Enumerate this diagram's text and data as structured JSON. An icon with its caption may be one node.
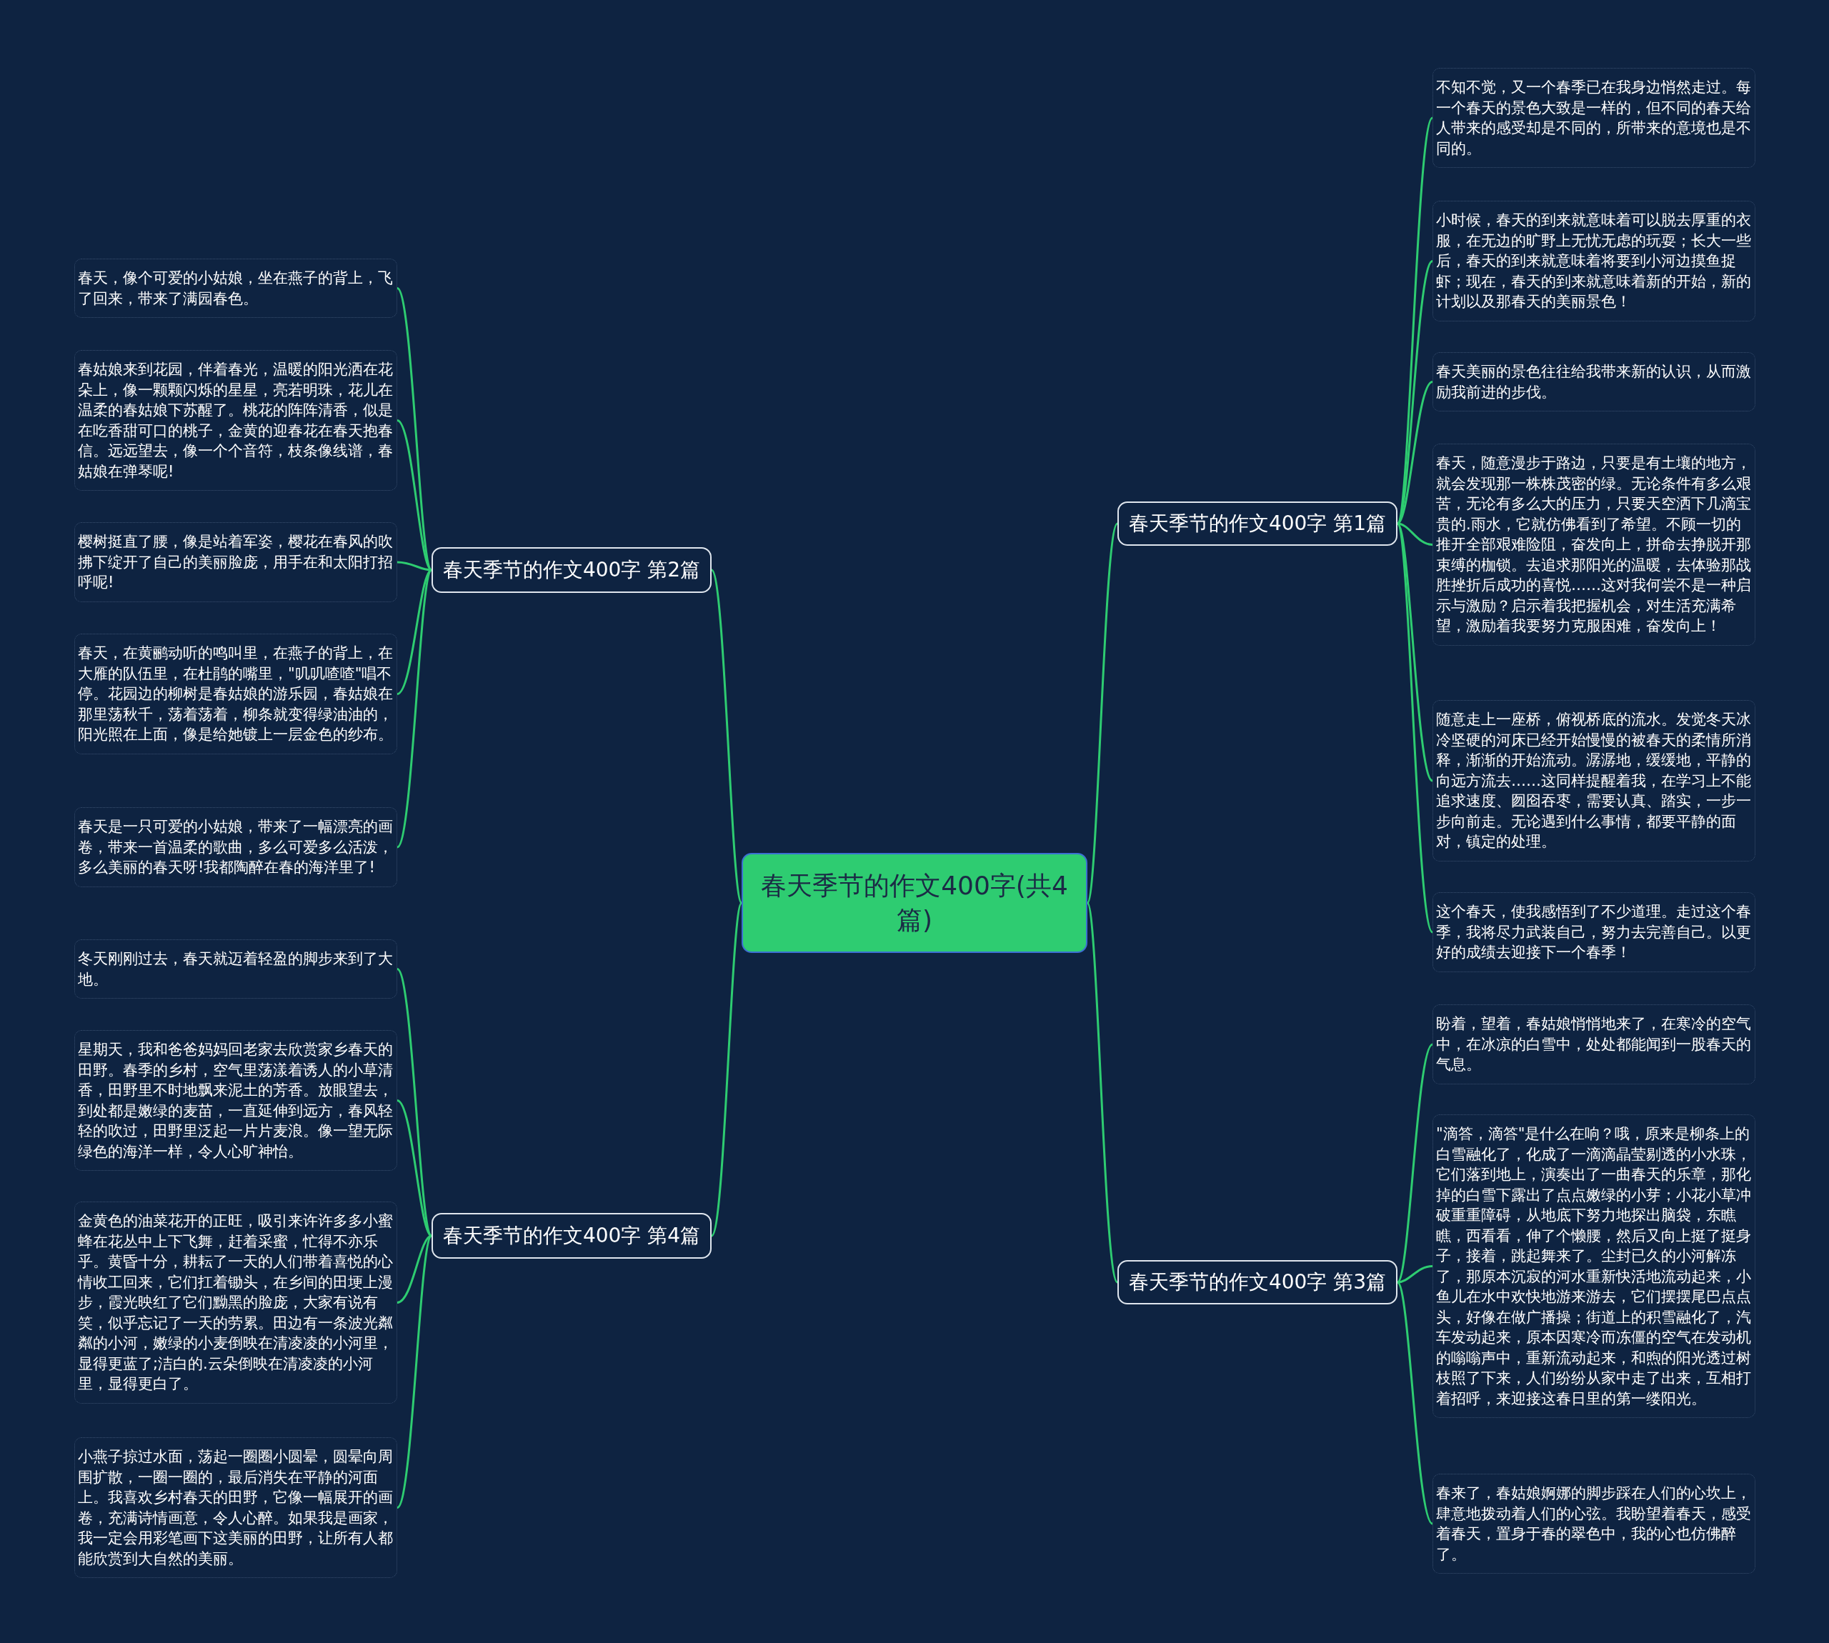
{
  "diagram": {
    "nodes": [
      {
        "text": [
          "春天季节的作文400字(共4篇)"
        ]
      },
      {
        "text": [
          "春天季节的作文400字 第1篇"
        ]
      },
      {
        "text": [
          "不知不觉，又一个春季已在我身边悄然走过。每一个春天的景色大致是一样的，但不同的春天给人带来的感受却是不同的，所带来的意境也是不同的。"
        ]
      },
      {
        "text": [
          "小时候，春天的到来就意味着可以脱去厚重的衣服，在无边的旷野上无忧无虑的玩耍；长大一些后，春天的到来就意味着将要到小河边摸鱼捉虾；现在，春天的到来就意味着新的开始，新的计划以及那春天的美丽景色！"
        ]
      },
      {
        "text": [
          "春天美丽的景色往往给我带来新的认识，从而激励我前进的步伐。"
        ]
      },
      {
        "text": [
          "春天，随意漫步于路边，只要是有土壤的地方，就会发现那一株株茂密的绿。无论条件有多么艰苦，无论有多么大的压力，只要天空洒下几滴宝贵的.雨水，它就仿佛看到了希望。不顾一切的推开全部艰难险阻，奋发向上，拼命去挣脱开那束缚的枷锁。去追求那阳光的温暖，去体验那战胜挫折后成功的喜悦……这对我何尝不是一种启示与激励？启示着我把握机会，对生活充满希望，激励着我要努力克服困难，奋发向上！"
        ]
      },
      {
        "text": [
          "随意走上一座桥，俯视桥底的流水。发觉冬天冰冷坚硬的河床已经开始慢慢的被春天的柔情所消释，渐渐的开始流动。潺潺地，缓缓地，平静的向远方流去……这同样提醒着我，在学习上不能追求速度、囫囵吞枣，需要认真、踏实，一步一步向前走。无论遇到什么事情，都要平静的面对，镇定的处理。"
        ]
      },
      {
        "text": [
          "这个春天，使我感悟到了不少道理。走过这个春季，我将尽力武装自己，努力去完善自己。以更好的成绩去迎接下一个春季！"
        ]
      },
      {
        "text": [
          "春天季节的作文400字 第3篇"
        ]
      },
      {
        "text": [
          "盼着，望着，春姑娘悄悄地来了，在寒冷的空气中，在冰凉的白雪中，处处都能闻到一股春天的气息。"
        ]
      },
      {
        "text": [
          "\"滴答，滴答\"是什么在响？哦，原来是柳条上的白雪融化了，化成了一滴滴晶莹剔透的小水珠，它们落到地上，演奏出了一曲春天的乐章，那化掉的白雪下露出了点点嫩绿的小芽；小花小草冲破重重障碍，从地底下努力地探出脑袋，东瞧瞧，西看看，伸了个懒腰，然后又向上挺了挺身子，接着，跳起舞来了。尘封已久的小河解冻了，那原本沉寂的河水重新快活地流动起来，小鱼儿在水中欢快地游来游去，它们摆摆尾巴点点头，好像在做广播操；街道上的积雪融化了，汽车发动起来，原本因寒冷而冻僵的空气在发动机的嗡嗡声中，重新流动起来，和煦的阳光透过树枝照了下来，人们纷纷从家中走了出来，互相打着招呼，来迎接这春日里的第一缕阳光。"
        ]
      },
      {
        "text": [
          "春来了，春姑娘婀娜的脚步踩在人们的心坎上，肆意地拨动着人们的心弦。我盼望着春天，感受着春天，置身于春的翠色中，我的心也仿佛醉了。"
        ]
      },
      {
        "text": [
          "春天季节的作文400字 第2篇"
        ]
      },
      {
        "text": [
          "春天，像个可爱的小姑娘，坐在燕子的背上，飞了回来，带来了满园春色。"
        ]
      },
      {
        "text": [
          "春姑娘来到花园，伴着春光，温暖的阳光洒在花朵上，像一颗颗闪烁的星星，亮若明珠，花儿在温柔的春姑娘下苏醒了。桃花的阵阵清香，似是在吃香甜可口的桃子，金黄的迎春花在春天抱春信。远远望去，像一个个音符，枝条像线谱，春姑娘在弹琴呢!"
        ]
      },
      {
        "text": [
          "樱树挺直了腰，像是站着军姿，樱花在春风的吹拂下绽开了自己的美丽脸庞，用手在和太阳打招呼呢!"
        ]
      },
      {
        "text": [
          "春天，在黄鹂动听的鸣叫里，在燕子的背上，在大雁的队伍里，在杜鹃的嘴里，\"叽叽喳喳\"唱不停。花园边的柳树是春姑娘的游乐园，春姑娘在那里荡秋千，荡着荡着，柳条就变得绿油油的，阳光照在上面，像是给她镀上一层金色的纱布。"
        ]
      },
      {
        "text": [
          "春天是一只可爱的小姑娘，带来了一幅漂亮的画卷，带来一首温柔的歌曲，多么可爱多么活泼，多么美丽的春天呀!我都陶醉在春的海洋里了!"
        ]
      },
      {
        "text": [
          "春天季节的作文400字 第4篇"
        ]
      },
      {
        "text": [
          "冬天刚刚过去，春天就迈着轻盈的脚步来到了大地。"
        ]
      },
      {
        "text": [
          "星期天，我和爸爸妈妈回老家去欣赏家乡春天的田野。春季的乡村，空气里荡漾着诱人的小草清香，田野里不时地飘来泥土的芳香。放眼望去，到处都是嫩绿的麦苗，一直延伸到远方，春风轻轻的吹过，田野里泛起一片片麦浪。像一望无际绿色的海洋一样，令人心旷神怡。"
        ]
      },
      {
        "text": [
          "金黄色的油菜花开的正旺，吸引来许许多多小蜜蜂在花丛中上下飞舞，赶着采蜜，忙得不亦乐乎。黄昏十分，耕耘了一天的人们带着喜悦的心情收工回来，它们扛着锄头，在乡间的田埂上漫步，霞光映红了它们黝黑的脸庞，大家有说有笑，似乎忘记了一天的劳累。田边有一条波光粼粼的小河，嫩绿的小麦倒映在清凌凌的小河里，显得更蓝了;洁白的.云朵倒映在清凌凌的小河里，显得更白了。"
        ]
      },
      {
        "text": [
          "小燕子掠过水面，荡起一圈圈小圆晕，圆晕向周围扩散，一圈一圈的，最后消失在平静的河面上。我喜欢乡村春天的田野，它像一幅展开的画卷，充满诗情画意，令人心醉。如果我是画家，我一定会用彩笔画下这美丽的田野，让所有人都能欣赏到大自然的美丽。"
        ]
      }
    ],
    "edges": [
      {
        "from": 0,
        "to": 1,
        "arrow": "none"
      },
      {
        "from": 1,
        "to": 2,
        "arrow": "none"
      },
      {
        "from": 1,
        "to": 3,
        "arrow": "none"
      },
      {
        "from": 1,
        "to": 4,
        "arrow": "none"
      },
      {
        "from": 1,
        "to": 5,
        "arrow": "none"
      },
      {
        "from": 1,
        "to": 6,
        "arrow": "none"
      },
      {
        "from": 1,
        "to": 7,
        "arrow": "none"
      },
      {
        "from": 0,
        "to": 8,
        "arrow": "none"
      },
      {
        "from": 8,
        "to": 9,
        "arrow": "none"
      },
      {
        "from": 8,
        "to": 10,
        "arrow": "none"
      },
      {
        "from": 8,
        "to": 11,
        "arrow": "none"
      },
      {
        "from": 0,
        "to": 12,
        "arrow": "none"
      },
      {
        "from": 12,
        "to": 13,
        "arrow": "none"
      },
      {
        "from": 12,
        "to": 14,
        "arrow": "none"
      },
      {
        "from": 12,
        "to": 15,
        "arrow": "none"
      },
      {
        "from": 12,
        "to": 16,
        "arrow": "none"
      },
      {
        "from": 12,
        "to": 17,
        "arrow": "none"
      },
      {
        "from": 0,
        "to": 18,
        "arrow": "none"
      },
      {
        "from": 18,
        "to": 19,
        "arrow": "none"
      },
      {
        "from": 18,
        "to": 20,
        "arrow": "none"
      },
      {
        "from": 18,
        "to": 21,
        "arrow": "none"
      },
      {
        "from": 18,
        "to": 22,
        "arrow": "none"
      }
    ]
  }
}
